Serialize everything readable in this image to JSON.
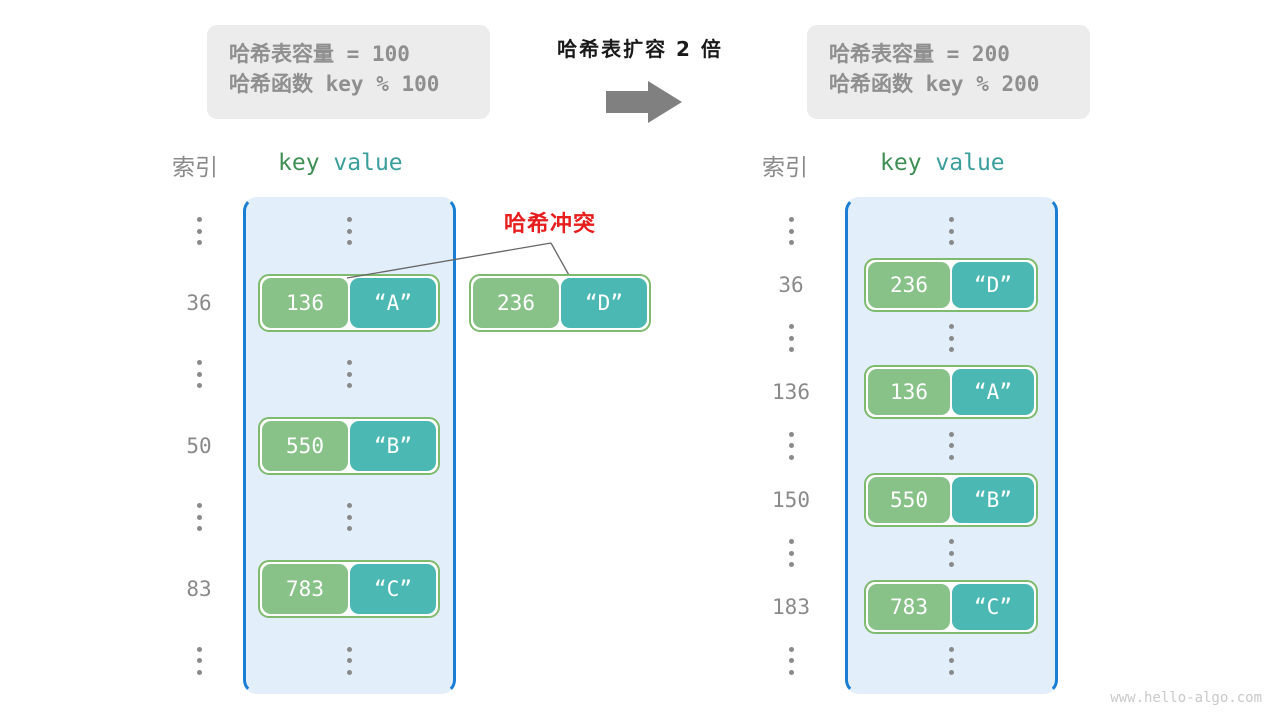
{
  "meta": {
    "watermark": "www.hello-algo.com",
    "colors": {
      "bucket_fill": "#e3eefb",
      "bucket_border": "#1a7fd4",
      "key_cell": "#88c289",
      "value_cell": "#4cb8b4",
      "pair_border": "#7fbb6e",
      "info_box": "#ececec",
      "collision_red": "#e81e1e",
      "arrow_gray": "#808080",
      "header_key": "#3f8f55",
      "header_value": "#3a9f9c",
      "muted_text": "#8a8a8a"
    }
  },
  "transition": {
    "title": "哈希表扩容 2 倍",
    "arrow_icon": "right-arrow-icon"
  },
  "left_panel": {
    "info": {
      "capacity_label": "哈希表容量",
      "capacity_value": " = 100",
      "function_label": "哈希函数",
      "function_value": " key % 100",
      "line1": "哈希表容量 = 100",
      "line2": "哈希函数 key % 100"
    },
    "headers": {
      "index": "索引",
      "key": "key",
      "value": "value"
    },
    "rows": [
      {
        "index": "⋮",
        "type": "ellipsis"
      },
      {
        "index": "36",
        "type": "entry",
        "key": "136",
        "value": "“A”"
      },
      {
        "index": "⋮",
        "type": "ellipsis"
      },
      {
        "index": "50",
        "type": "entry",
        "key": "550",
        "value": "“B”"
      },
      {
        "index": "⋮",
        "type": "ellipsis"
      },
      {
        "index": "83",
        "type": "entry",
        "key": "783",
        "value": "“C”"
      },
      {
        "index": "⋮",
        "type": "ellipsis"
      }
    ],
    "collision": {
      "label": "哈希冲突",
      "key": "236",
      "value": "“D”"
    }
  },
  "right_panel": {
    "info": {
      "capacity_label": "哈希表容量",
      "capacity_value": " = 200",
      "function_label": "哈希函数",
      "function_value": " key % 200",
      "line1": "哈希表容量 = 200",
      "line2": "哈希函数 key % 200"
    },
    "headers": {
      "index": "索引",
      "key": "key",
      "value": "value"
    },
    "rows": [
      {
        "index": "⋮",
        "type": "ellipsis"
      },
      {
        "index": "36",
        "type": "entry",
        "key": "236",
        "value": "“D”"
      },
      {
        "index": "⋮",
        "type": "ellipsis"
      },
      {
        "index": "136",
        "type": "entry",
        "key": "136",
        "value": "“A”"
      },
      {
        "index": "⋮",
        "type": "ellipsis"
      },
      {
        "index": "150",
        "type": "entry",
        "key": "550",
        "value": "“B”"
      },
      {
        "index": "⋮",
        "type": "ellipsis"
      },
      {
        "index": "183",
        "type": "entry",
        "key": "783",
        "value": "“C”"
      },
      {
        "index": "⋮",
        "type": "ellipsis"
      }
    ]
  }
}
